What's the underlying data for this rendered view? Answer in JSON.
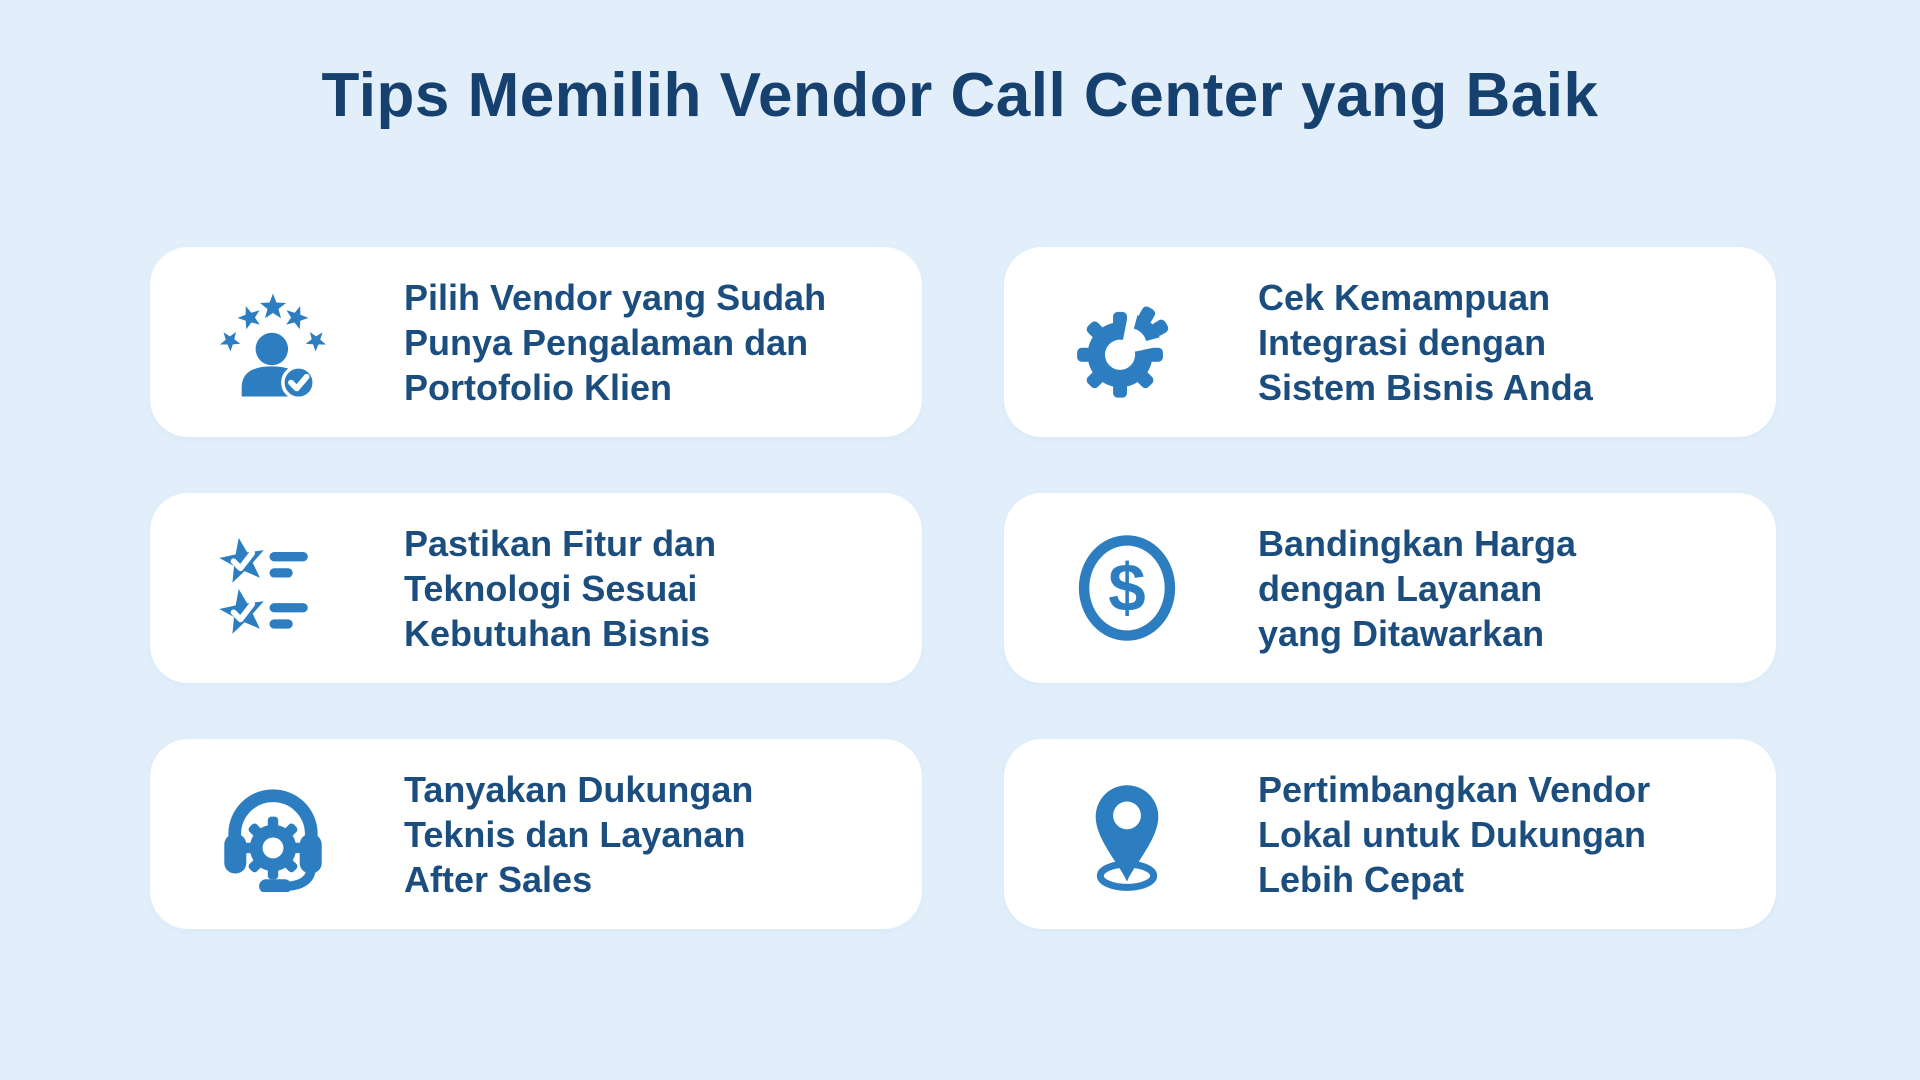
{
  "title": "Tips Memilih Vendor Call Center yang Baik",
  "colors": {
    "background": "#e2effb",
    "card": "#ffffff",
    "accent_blue": "#2d7ec1",
    "title_navy": "#16406e",
    "text_navy": "#1b4e7e"
  },
  "cards": [
    {
      "icon": "five-stars-person-check-icon",
      "lines": [
        "Pilih Vendor yang Sudah",
        "Punya Pengalaman dan",
        "Portofolio Klien"
      ]
    },
    {
      "icon": "integration-gear-icon",
      "lines": [
        "Cek Kemampuan",
        "Integrasi dengan",
        "Sistem Bisnis Anda"
      ]
    },
    {
      "icon": "star-checklist-icon",
      "lines": [
        "Pastikan Fitur dan",
        "Teknologi Sesuai",
        "Kebutuhan Bisnis"
      ]
    },
    {
      "icon": "dollar-coin-icon",
      "lines": [
        "Bandingkan Harga",
        "dengan Layanan",
        "yang Ditawarkan"
      ]
    },
    {
      "icon": "headset-gear-support-icon",
      "lines": [
        "Tanyakan Dukungan",
        "Teknis dan Layanan",
        "After Sales"
      ]
    },
    {
      "icon": "location-pin-icon",
      "lines": [
        "Pertimbangkan Vendor",
        "Lokal untuk Dukungan",
        "Lebih Cepat"
      ]
    }
  ]
}
